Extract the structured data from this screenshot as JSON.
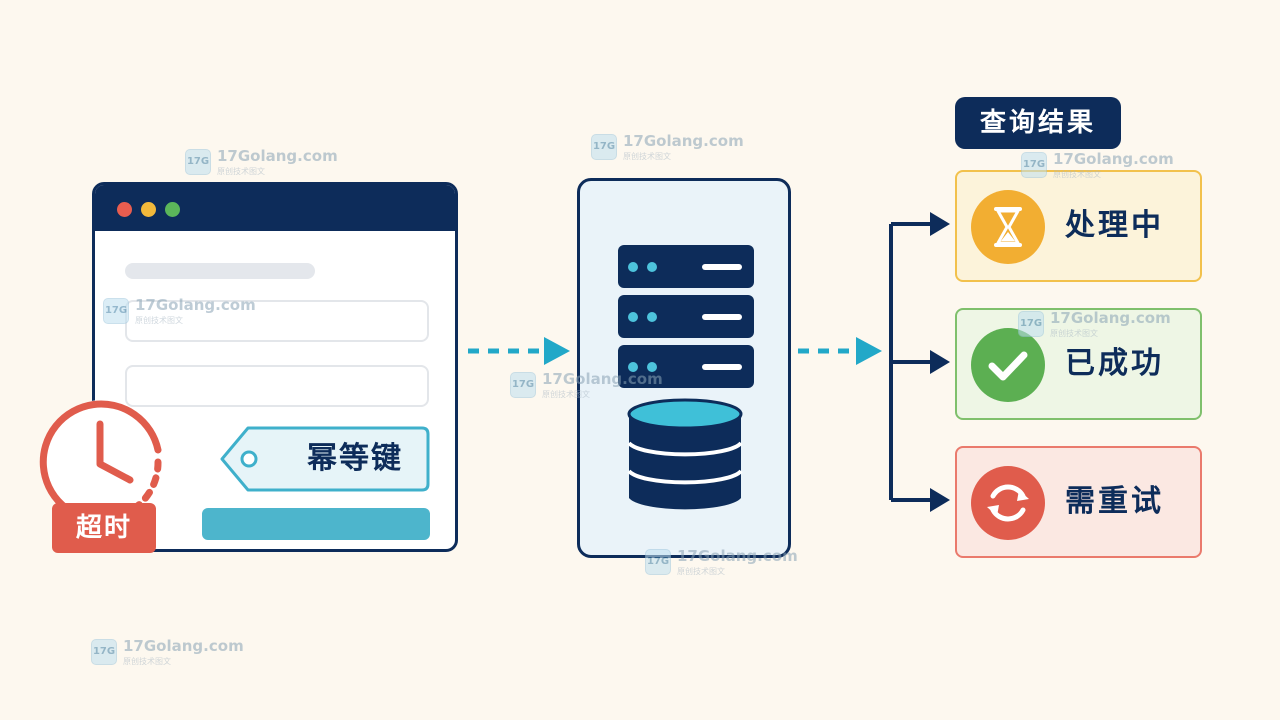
{
  "browser": {
    "window_dots": [
      "red",
      "yellow",
      "green"
    ],
    "idempotency_tag_label": "幂等键"
  },
  "timeout": {
    "label": "超时"
  },
  "server": {
    "rack_units": 3,
    "database_disks": 3
  },
  "results": {
    "title": "查询结果",
    "items": [
      {
        "label": "处理中",
        "icon": "hourglass-icon",
        "color": "#f2ae32"
      },
      {
        "label": "已成功",
        "icon": "checkmark-icon",
        "color": "#5caf52"
      },
      {
        "label": "需重试",
        "icon": "refresh-icon",
        "color": "#e05c4c"
      }
    ]
  },
  "watermark": {
    "text": "17Golang.com",
    "subtext": "原创技术图文",
    "logo": "17G"
  },
  "colors": {
    "navy": "#0d2c5a",
    "teal": "#22a8c8",
    "background": "#fdf8ef"
  }
}
